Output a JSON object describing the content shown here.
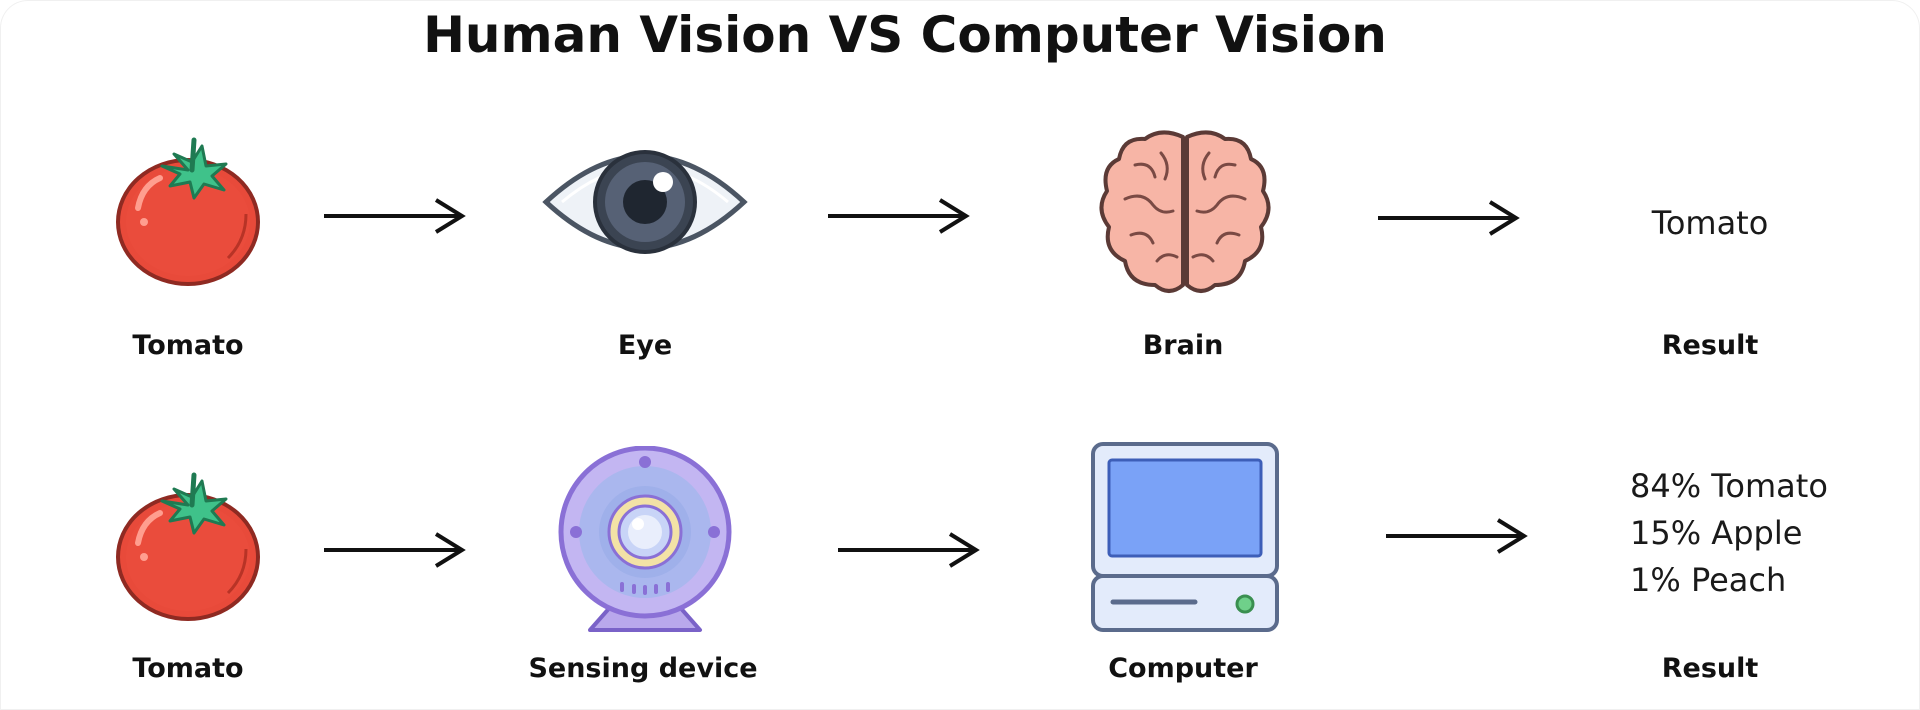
{
  "title": "Human Vision VS Computer Vision",
  "human_row": {
    "steps": [
      "Tomato",
      "Eye",
      "Brain",
      "Result"
    ],
    "result": "Tomato"
  },
  "computer_row": {
    "steps": [
      "Tomato",
      "Sensing device",
      "Computer",
      "Result"
    ],
    "results": [
      "84% Tomato",
      "15% Apple",
      "1% Peach"
    ]
  }
}
